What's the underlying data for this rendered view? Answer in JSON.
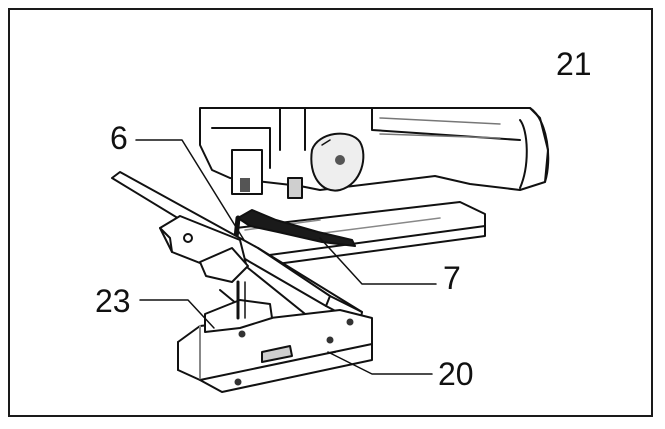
{
  "callouts": {
    "c21": "21",
    "c6": "6",
    "c7": "7",
    "c23": "23",
    "c20": "20"
  },
  "colors": {
    "ink": "#111111",
    "paper": "#ffffff",
    "shade": "#cfcfcf",
    "dark": "#555555"
  }
}
